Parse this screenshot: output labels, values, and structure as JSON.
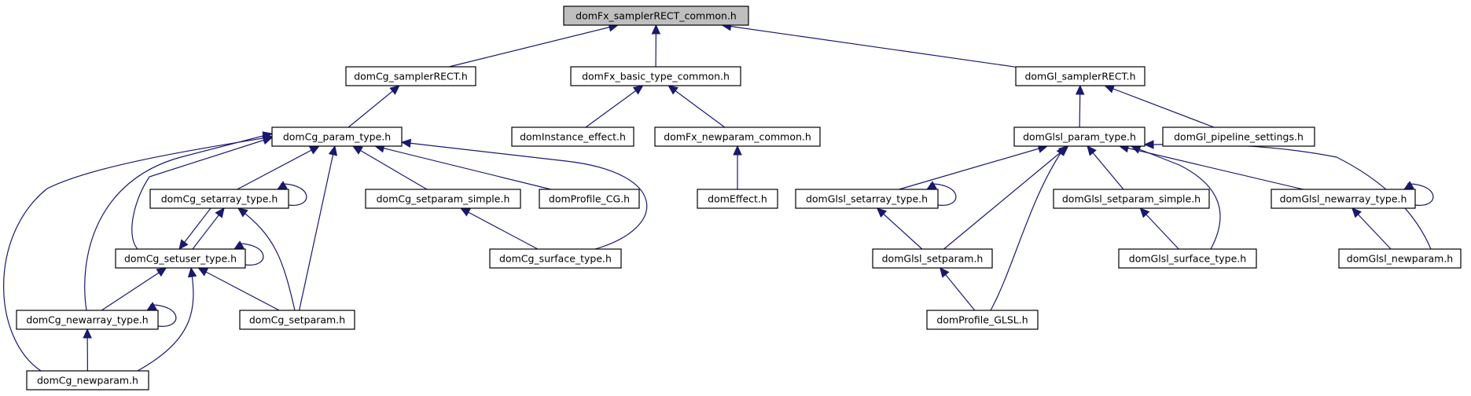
{
  "graph": {
    "root": "domFx_samplerRECT_common.h",
    "colors": {
      "edge": "#191970",
      "root_fill": "#bfbfbf",
      "node_fill": "#ffffff",
      "border": "#000000"
    },
    "nodes": [
      {
        "id": "root",
        "label": "domFx_samplerRECT_common.h"
      },
      {
        "id": "cg_sampler",
        "label": "domCg_samplerRECT.h"
      },
      {
        "id": "fx_basic",
        "label": "domFx_basic_type_common.h"
      },
      {
        "id": "gl_sampler",
        "label": "domGl_samplerRECT.h"
      },
      {
        "id": "cg_param",
        "label": "domCg_param_type.h"
      },
      {
        "id": "instance_effect",
        "label": "domInstance_effect.h"
      },
      {
        "id": "fx_newparam",
        "label": "domFx_newparam_common.h"
      },
      {
        "id": "glsl_param",
        "label": "domGlsl_param_type.h"
      },
      {
        "id": "gl_pipeline",
        "label": "domGl_pipeline_settings.h"
      },
      {
        "id": "cg_setarray",
        "label": "domCg_setarray_type.h"
      },
      {
        "id": "cg_setparam_simple",
        "label": "domCg_setparam_simple.h"
      },
      {
        "id": "profile_cg",
        "label": "domProfile_CG.h"
      },
      {
        "id": "effect",
        "label": "domEffect.h"
      },
      {
        "id": "glsl_setarray",
        "label": "domGlsl_setarray_type.h"
      },
      {
        "id": "glsl_setparam_simple",
        "label": "domGlsl_setparam_simple.h"
      },
      {
        "id": "glsl_newarray",
        "label": "domGlsl_newarray_type.h"
      },
      {
        "id": "cg_setuser",
        "label": "domCg_setuser_type.h"
      },
      {
        "id": "cg_surface",
        "label": "domCg_surface_type.h"
      },
      {
        "id": "glsl_setparam",
        "label": "domGlsl_setparam.h"
      },
      {
        "id": "glsl_surface",
        "label": "domGlsl_surface_type.h"
      },
      {
        "id": "glsl_newparam",
        "label": "domGlsl_newparam.h"
      },
      {
        "id": "cg_newarray",
        "label": "domCg_newarray_type.h"
      },
      {
        "id": "cg_setparam",
        "label": "domCg_setparam.h"
      },
      {
        "id": "profile_glsl",
        "label": "domProfile_GLSL.h"
      },
      {
        "id": "cg_newparam",
        "label": "domCg_newparam.h"
      }
    ],
    "edges": [
      {
        "from": "cg_sampler",
        "to": "root"
      },
      {
        "from": "fx_basic",
        "to": "root"
      },
      {
        "from": "gl_sampler",
        "to": "root"
      },
      {
        "from": "cg_param",
        "to": "cg_sampler"
      },
      {
        "from": "instance_effect",
        "to": "fx_basic"
      },
      {
        "from": "fx_newparam",
        "to": "fx_basic"
      },
      {
        "from": "effect",
        "to": "fx_newparam"
      },
      {
        "from": "glsl_param",
        "to": "gl_sampler"
      },
      {
        "from": "gl_pipeline",
        "to": "gl_sampler"
      },
      {
        "from": "cg_setarray",
        "to": "cg_param"
      },
      {
        "from": "cg_setparam_simple",
        "to": "cg_param"
      },
      {
        "from": "profile_cg",
        "to": "cg_param"
      },
      {
        "from": "cg_surface",
        "to": "cg_param"
      },
      {
        "from": "cg_setuser",
        "to": "cg_param"
      },
      {
        "from": "cg_newarray",
        "to": "cg_param"
      },
      {
        "from": "cg_setparam",
        "to": "cg_param"
      },
      {
        "from": "cg_newparam",
        "to": "cg_param"
      },
      {
        "from": "cg_setarray",
        "to": "cg_setarray"
      },
      {
        "from": "cg_setuser",
        "to": "cg_setarray"
      },
      {
        "from": "cg_setparam",
        "to": "cg_setarray"
      },
      {
        "from": "cg_setarray",
        "to": "cg_setuser"
      },
      {
        "from": "cg_setuser",
        "to": "cg_setuser"
      },
      {
        "from": "cg_newarray",
        "to": "cg_setuser"
      },
      {
        "from": "cg_setparam",
        "to": "cg_setuser"
      },
      {
        "from": "cg_newparam",
        "to": "cg_setuser"
      },
      {
        "from": "cg_surface",
        "to": "cg_setparam_simple"
      },
      {
        "from": "cg_newarray",
        "to": "cg_newarray"
      },
      {
        "from": "cg_newparam",
        "to": "cg_newarray"
      },
      {
        "from": "glsl_setarray",
        "to": "glsl_param"
      },
      {
        "from": "glsl_setparam",
        "to": "glsl_param"
      },
      {
        "from": "profile_glsl",
        "to": "glsl_param"
      },
      {
        "from": "glsl_setparam_simple",
        "to": "glsl_param"
      },
      {
        "from": "glsl_surface",
        "to": "glsl_param"
      },
      {
        "from": "glsl_newarray",
        "to": "glsl_param"
      },
      {
        "from": "glsl_newparam",
        "to": "glsl_param"
      },
      {
        "from": "glsl_setarray",
        "to": "glsl_setarray"
      },
      {
        "from": "glsl_setparam",
        "to": "glsl_setarray"
      },
      {
        "from": "profile_glsl",
        "to": "glsl_setparam"
      },
      {
        "from": "glsl_surface",
        "to": "glsl_setparam_simple"
      },
      {
        "from": "glsl_newarray",
        "to": "glsl_newarray"
      },
      {
        "from": "glsl_newparam",
        "to": "glsl_newarray"
      }
    ]
  }
}
